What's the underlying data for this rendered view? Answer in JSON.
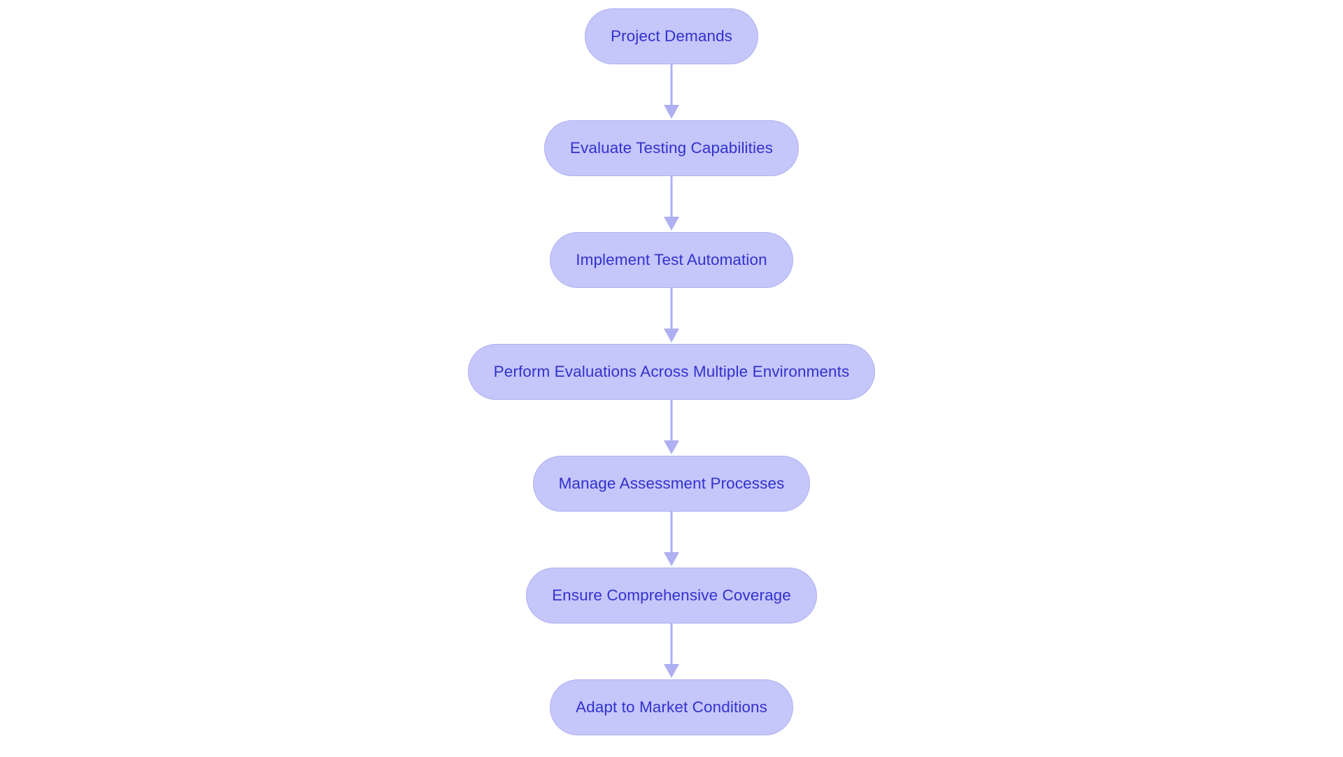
{
  "diagram": {
    "type": "vertical-flowchart",
    "orientation": "top-to-bottom",
    "background_color": "#ffffff",
    "node_fill_color": "#c5c6fa",
    "node_border_color": "#aeb0f2",
    "node_text_color": "#3232cd",
    "connector_color": "#aeb0f2",
    "node_count": 7,
    "connector_count": 6,
    "nodes": [
      {
        "id": "node-1",
        "label": "Project Demands",
        "order": 1
      },
      {
        "id": "node-2",
        "label": "Evaluate Testing Capabilities",
        "order": 2
      },
      {
        "id": "node-3",
        "label": "Implement Test Automation",
        "order": 3
      },
      {
        "id": "node-4",
        "label": "Perform Evaluations Across Multiple Environments",
        "order": 4
      },
      {
        "id": "node-5",
        "label": "Manage Assessment Processes",
        "order": 5
      },
      {
        "id": "node-6",
        "label": "Ensure Comprehensive Coverage",
        "order": 6
      },
      {
        "id": "node-7",
        "label": "Adapt to Market Conditions",
        "order": 7
      }
    ],
    "edges": [
      {
        "from": "node-1",
        "to": "node-2",
        "label": ""
      },
      {
        "from": "node-2",
        "to": "node-3",
        "label": ""
      },
      {
        "from": "node-3",
        "to": "node-4",
        "label": ""
      },
      {
        "from": "node-4",
        "to": "node-5",
        "label": ""
      },
      {
        "from": "node-5",
        "to": "node-6",
        "label": ""
      },
      {
        "from": "node-6",
        "to": "node-7",
        "label": ""
      }
    ]
  }
}
